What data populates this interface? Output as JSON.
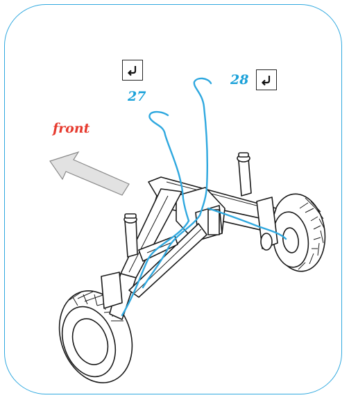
{
  "diagram": {
    "direction_label": "front",
    "steps": [
      {
        "number": "27",
        "icon": "return-arrow-icon"
      },
      {
        "number": "28",
        "icon": "return-arrow-icon"
      }
    ],
    "colors": {
      "frame": "#2fa8df",
      "cable": "#2fa8df",
      "step_number": "#1aa1d9",
      "front_label": "#e63a2e",
      "arrow": "#d9d9d9",
      "line_art": "#1a1a1a"
    }
  }
}
